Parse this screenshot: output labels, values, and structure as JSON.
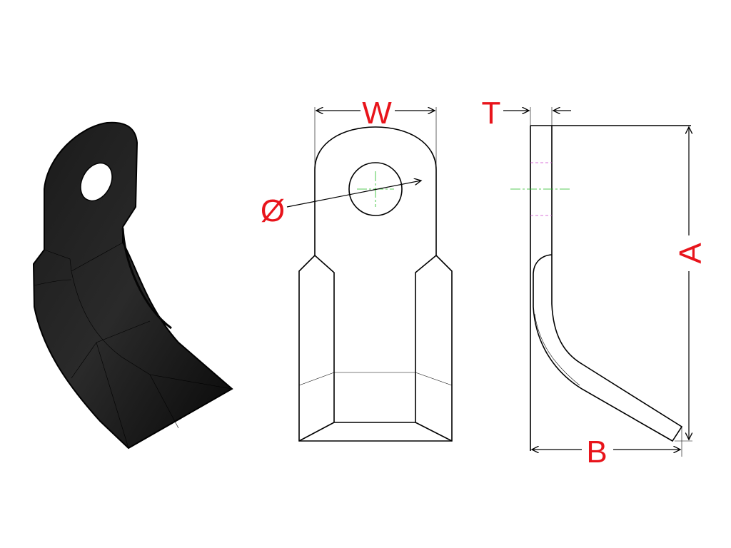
{
  "drawing": {
    "dimension_labels": {
      "width": "W",
      "thickness": "T",
      "diameter": "Ø",
      "height": "A",
      "offset": "B"
    },
    "colors": {
      "dimension_text": "#e8141b",
      "centerline": "#22bb22",
      "hidden_line": "#cc44cc",
      "part_fill": "#111111"
    }
  }
}
